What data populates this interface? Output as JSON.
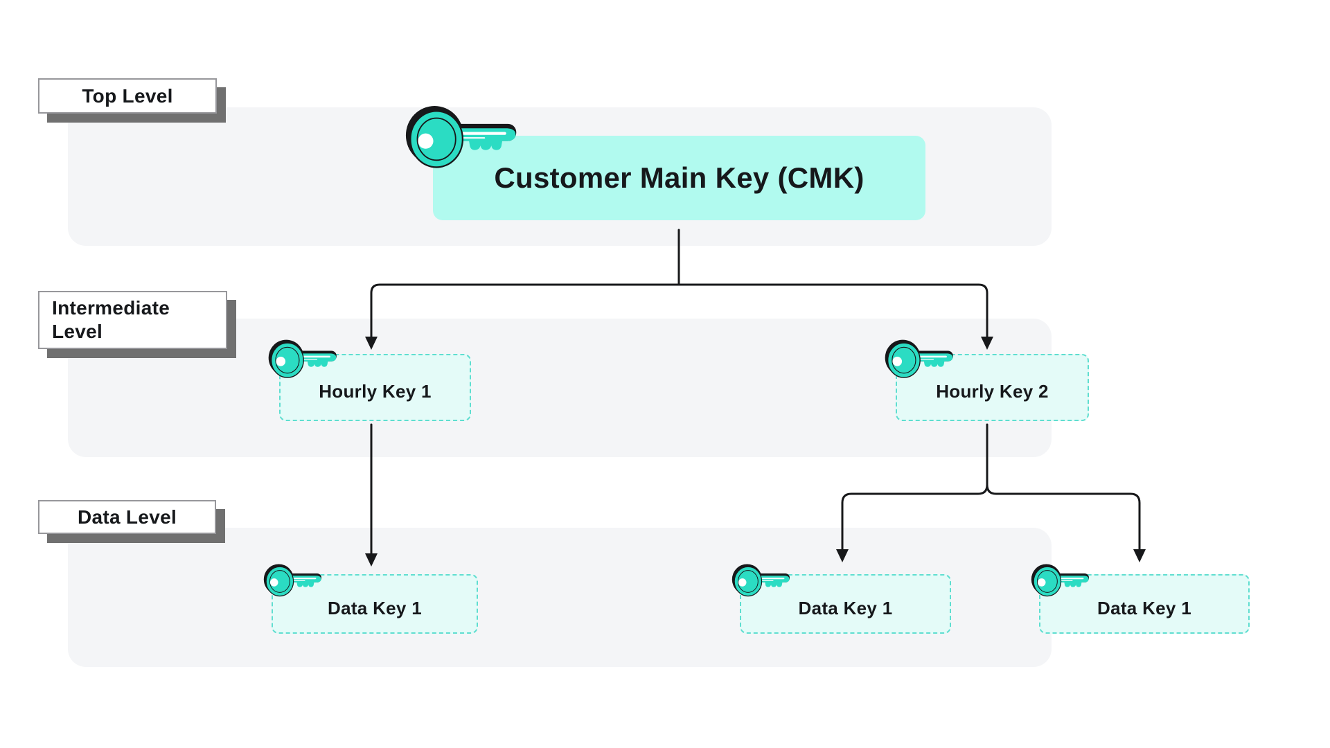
{
  "diagram": {
    "levels": [
      {
        "name": "Top Level"
      },
      {
        "name": "Intermediate Level"
      },
      {
        "name": "Data Level"
      }
    ],
    "nodes": [
      {
        "id": "cmk",
        "level": "Top Level",
        "label": "Customer Main Key (CMK)",
        "icon": "key-icon"
      },
      {
        "id": "hourly-key-1",
        "level": "Intermediate Level",
        "label": "Hourly Key 1",
        "parent": "cmk",
        "icon": "key-icon"
      },
      {
        "id": "hourly-key-2",
        "level": "Intermediate Level",
        "label": "Hourly Key 2",
        "parent": "cmk",
        "icon": "key-icon"
      },
      {
        "id": "data-key-1a",
        "level": "Data Level",
        "label": "Data Key 1",
        "parent": "hourly-key-1",
        "icon": "key-icon"
      },
      {
        "id": "data-key-1b",
        "level": "Data Level",
        "label": "Data Key 1",
        "parent": "hourly-key-2",
        "icon": "key-icon"
      },
      {
        "id": "data-key-1c",
        "level": "Data Level",
        "label": "Data Key 1",
        "parent": "hourly-key-2",
        "icon": "key-icon"
      }
    ],
    "colors": {
      "background": "#FFFFFF",
      "level_band": "#F4F5F7",
      "cmk_fill": "#B1FAEF",
      "key_node_fill": "#E4FBF8",
      "key_node_border": "#5FDED0",
      "key_icon_teal": "#2BDCC3",
      "connector": "#17181A",
      "label_shadow": "#707070",
      "text": "#16181B"
    }
  }
}
